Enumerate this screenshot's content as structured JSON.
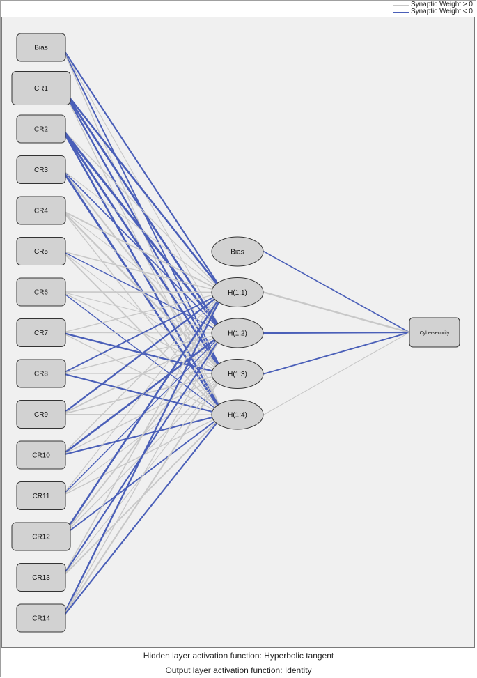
{
  "legend": {
    "positive_label": "Synaptic Weight > 0",
    "negative_label": "Synaptic Weight < 0",
    "positive_color": "#c8c8c8",
    "negative_color": "#4a5fb8"
  },
  "footer": {
    "hidden_activation": "Hidden layer activation function: Hyperbolic tangent",
    "output_activation": "Output layer activation function: Identity"
  },
  "network": {
    "input_nodes": [
      "Bias",
      "CR1",
      "CR2",
      "CR3",
      "CR4",
      "CR5",
      "CR6",
      "CR7",
      "CR8",
      "CR9",
      "CR10",
      "CR11",
      "CR12",
      "CR13",
      "CR14"
    ],
    "hidden_nodes": [
      "Bias",
      "H(1:1)",
      "H(1:2)",
      "H(1:3)",
      "H(1:4)"
    ],
    "output_nodes": [
      "Cybersecurity"
    ],
    "weights_input_hidden": [
      [
        -0.6,
        0.2,
        -0.5,
        0.3
      ],
      [
        -0.8,
        -0.9,
        -0.7,
        0.3
      ],
      [
        0.3,
        -1.0,
        -0.9,
        -0.8
      ],
      [
        0.2,
        -0.4,
        0.6,
        -0.9
      ],
      [
        0.5,
        0.2,
        0.7,
        0.3
      ],
      [
        0.4,
        -0.3,
        0.2,
        0.5
      ],
      [
        0.4,
        0.2,
        0.3,
        -0.3
      ],
      [
        0.3,
        0.2,
        -0.7,
        0.3
      ],
      [
        -0.5,
        0.3,
        0.2,
        -0.6
      ],
      [
        -0.7,
        0.5,
        0.4,
        0.2
      ],
      [
        0.3,
        -0.8,
        0.3,
        -0.6
      ],
      [
        0.2,
        -0.3,
        0.2,
        0.3
      ],
      [
        -0.8,
        0.5,
        0.3,
        -0.5
      ],
      [
        0.4,
        -0.6,
        0.2,
        0.5
      ],
      [
        -0.7,
        0.3,
        0.6,
        -0.6
      ]
    ],
    "weights_hidden_output": [
      -0.4,
      0.7,
      -0.6,
      -0.5,
      0.2
    ]
  }
}
